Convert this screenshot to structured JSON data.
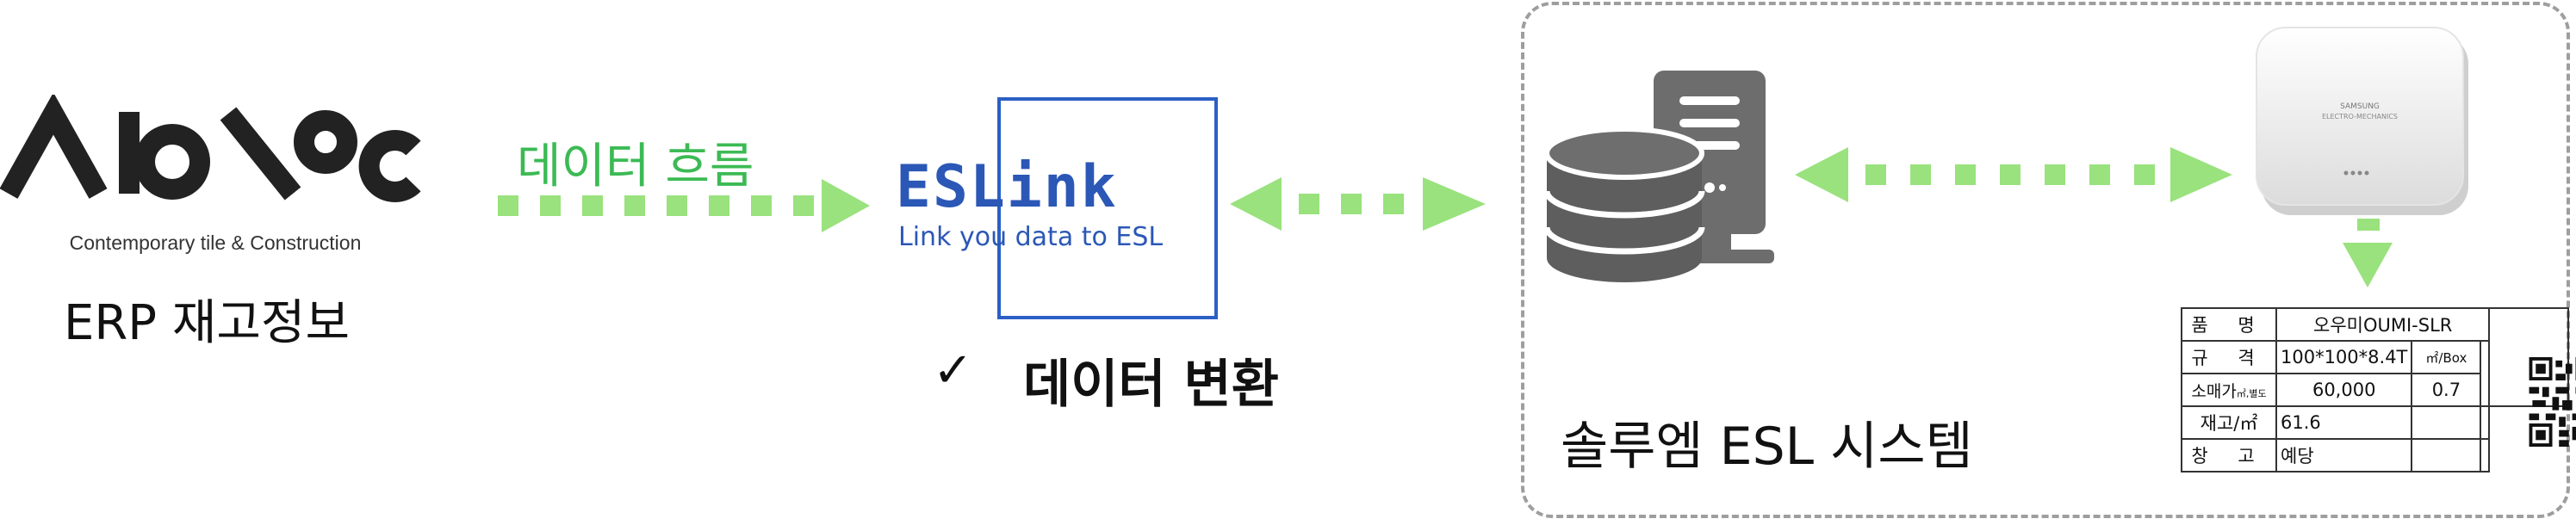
{
  "erp": {
    "logo_text": "Ab\\oc",
    "logo_tagline": "Contemporary tile & Construction",
    "caption": "ERP 재고정보"
  },
  "flow_label": "데이터 흐름",
  "eslink": {
    "title": "ESLink",
    "subtitle": "Link you data to ESL"
  },
  "convert": {
    "check": "✓",
    "label": "데이터 변환"
  },
  "system": {
    "label": "솔루엠 ESL 시스템"
  },
  "device": {
    "brand_line1": "SAMSUNG",
    "brand_line2": "ELECTRO-MECHANICS"
  },
  "price_tag": {
    "product_label": "품 명",
    "product_value": "오우미OUMI-SLR",
    "spec_label": "규 격",
    "spec_value": "100*100*8.4T",
    "unit_label": "㎡/Box",
    "unit_value": "0.7",
    "price_label": "소매가",
    "price_unit": "㎡,별도",
    "price_value": "60,000",
    "stock_label": "재고/㎡",
    "stock_value": "61.6",
    "warehouse_label": "창 고",
    "warehouse_value": "예당"
  },
  "colors": {
    "arrow": "#99e27d",
    "flow_text": "#3cba54",
    "eslink_blue": "#2b57b6",
    "frame": "#9e9e9e"
  }
}
